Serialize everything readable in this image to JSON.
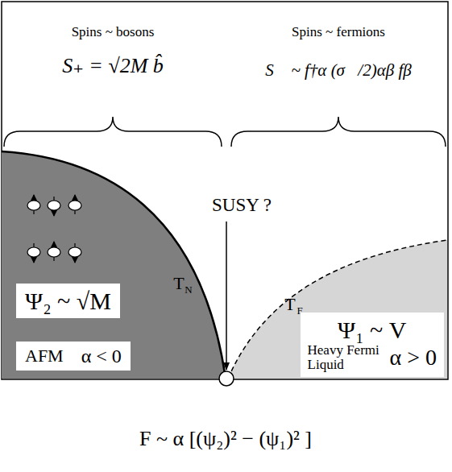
{
  "diagram": {
    "nodes": [
      {
        "text": [
          "Ψ₂ ~ √M"
        ]
      },
      {
        "text": [
          "AFM",
          "α < 0"
        ]
      },
      {
        "text": [
          "Ψ₁ ~ V",
          "Heavy Fermi Liquid",
          "α > 0"
        ]
      }
    ],
    "labels": [
      "Spins ~ bosons",
      "S₊ = √2M b̂",
      "Spins ~ fermions",
      "S⃗ ~ f†α (σ⃗/2)αβ fβ",
      "SUSY ?",
      "T",
      "N",
      "T",
      "F",
      "F ~ α [(ψ₂)² − (ψ₁)² ]"
    ]
  }
}
